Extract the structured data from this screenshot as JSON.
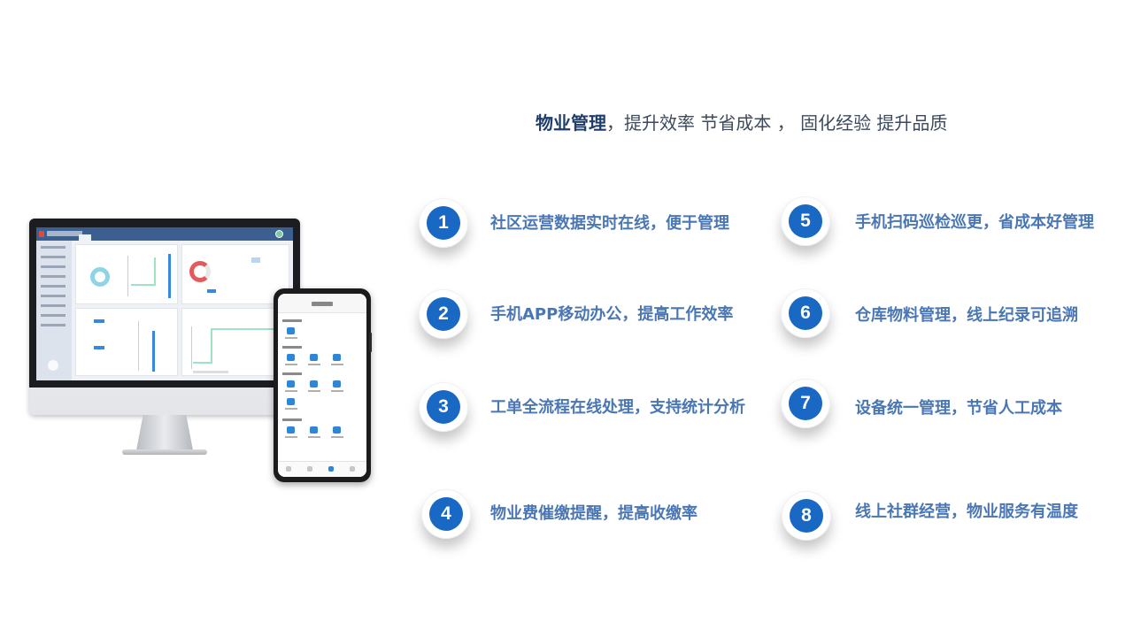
{
  "headline": {
    "strong": "物业管理",
    "rest": "，提升效率 节省成本 ， 固化经验 提升品质"
  },
  "features_left": [
    {
      "num": "1",
      "text": "社区运营数据实时在线，便于管理"
    },
    {
      "num": "2",
      "text": "手机APP移动办公，提高工作效率"
    },
    {
      "num": "3",
      "text": "工单全流程在线处理，支持统计分析"
    },
    {
      "num": "4",
      "text": "物业费催缴提醒，提高收缴率"
    }
  ],
  "features_right": [
    {
      "num": "5",
      "text": "手机扫码巡检巡更，省成本好管理"
    },
    {
      "num": "6",
      "text": "仓库物料管理，线上纪录可追溯"
    },
    {
      "num": "7",
      "text": "设备统一管理，节省人工成本"
    },
    {
      "num": "8",
      "text": "线上社群经营，物业服务有温度"
    }
  ],
  "colors": {
    "badge": "#1868c4",
    "feature_text": "#4a77b4",
    "headline_strong": "#1f3d6b",
    "headline_text": "#3d4a5c"
  },
  "devices": [
    "desktop-dashboard-mockup",
    "mobile-app-mockup"
  ]
}
